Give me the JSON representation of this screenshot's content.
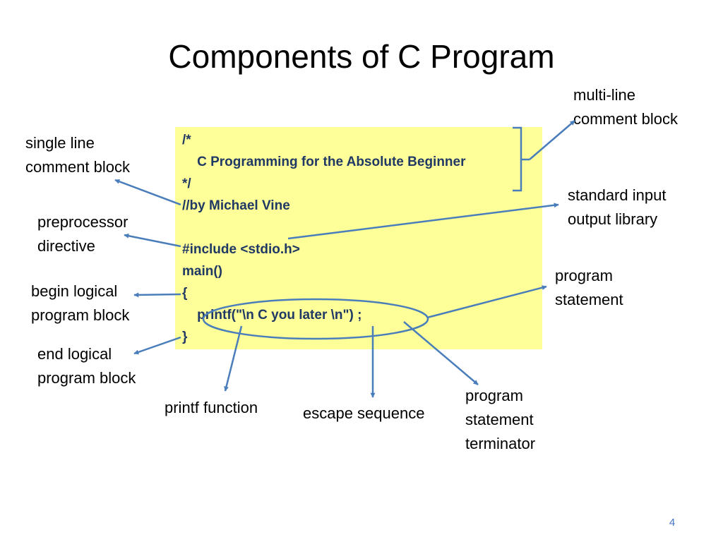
{
  "title": "Components of C Program",
  "code_lines": [
    "/*",
    "    C Programming for the Absolute Beginner",
    "*/",
    "//by Michael Vine",
    "",
    "#include <stdio.h>",
    "main()",
    "{",
    "    printf(\"\\n C you later \\n\") ;",
    "}"
  ],
  "labels": {
    "multi_line_comment": [
      "multi-line",
      "comment block"
    ],
    "single_line_comment": [
      "single line",
      "comment block"
    ],
    "std_io_library": [
      "standard input",
      "output library"
    ],
    "preprocessor_directive": [
      "preprocessor",
      "directive"
    ],
    "program_statement": [
      "program",
      "statement"
    ],
    "begin_block": [
      "begin logical",
      "program block"
    ],
    "end_block": [
      "end logical",
      "program block"
    ],
    "printf_function": [
      "printf function"
    ],
    "escape_sequence": [
      "escape sequence"
    ],
    "statement_terminator": [
      "program",
      "statement",
      "terminator"
    ]
  },
  "page_number": "4",
  "colors": {
    "code_background": "#ffff99",
    "code_text": "#1f3864",
    "arrow": "#4a7ebb",
    "page_number": "#4472c4"
  }
}
